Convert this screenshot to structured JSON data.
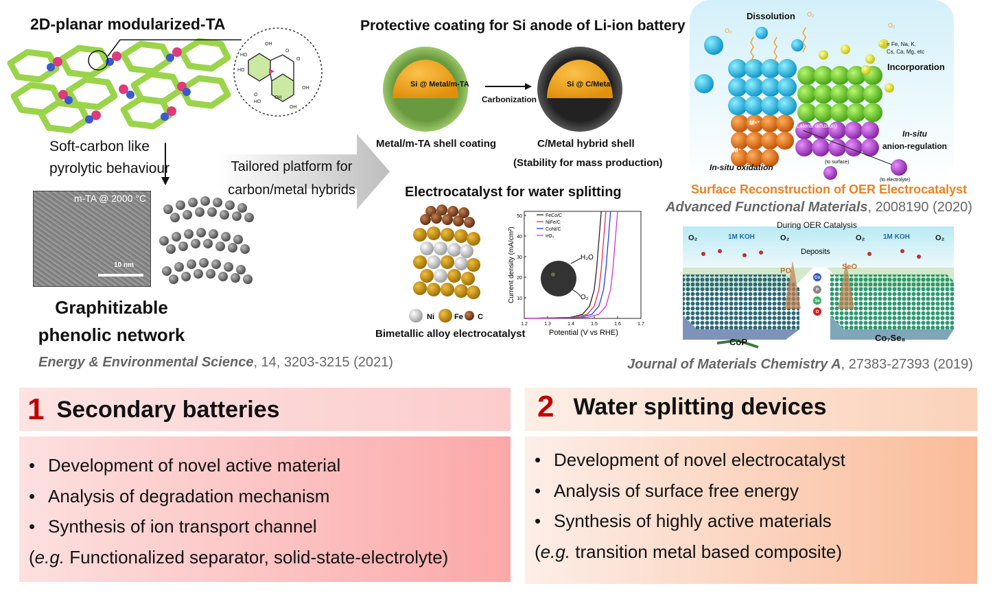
{
  "panel_left": {
    "title": "2D-planar modularized-TA",
    "pyrolysis": [
      "Soft-carbon like",
      "pyrolytic behaviour"
    ],
    "arrow_text": [
      "Tailored platform for",
      "carbon/metal hybrids"
    ],
    "tem_label": "m-TA @ 2000 °C",
    "scale_bar": "10 nm",
    "network": [
      "Graphitizable",
      "phenolic network"
    ],
    "molecule_atoms": [
      "HO",
      "OH",
      "O",
      "O",
      "HO",
      "O",
      "OH",
      "HO",
      "OH",
      "OH"
    ],
    "citation_journal": "Energy & Environmental Science",
    "citation_rest": ", 14, 3203-3215 (2021)"
  },
  "panel_center": {
    "title": "Protective coating for Si anode of Li-ion battery",
    "sphere1": "Si @ Metal/m-TA",
    "sphere2": "Si @ C/Metal",
    "carbonization": "Carbonization",
    "caption1": "Metal/m-TA shell coating",
    "caption2": "C/Metal hybrid shell",
    "caption3": "(Stability for mass production)",
    "water_title": "Electrocatalyst for water splitting",
    "alloy_legend": [
      "Ni",
      "Fe",
      "C"
    ],
    "alloy_caption": "Bimetallic alloy electrocatalyst"
  },
  "chart_data": {
    "type": "line",
    "xlabel": "Potential (V vs RHE)",
    "ylabel": "Current density (mA/cm²)",
    "xticks": [
      "1.2",
      "1.3",
      "1.4",
      "1.5",
      "1.6",
      "1.7"
    ],
    "yticks": [
      "10",
      "20",
      "30",
      "40",
      "50"
    ],
    "xlim": [
      1.2,
      1.7
    ],
    "ylim": [
      0,
      52
    ],
    "inset_labels": [
      "H₂O",
      "O₂"
    ],
    "series": [
      {
        "name": "FeCo/C",
        "color": "#222222",
        "x": [
          1.2,
          1.4,
          1.45,
          1.48,
          1.5,
          1.51,
          1.52,
          1.53
        ],
        "y": [
          0,
          0.5,
          2,
          6,
          14,
          24,
          38,
          52
        ]
      },
      {
        "name": "NiFe/C",
        "color": "#e0304a",
        "x": [
          1.2,
          1.42,
          1.47,
          1.5,
          1.52,
          1.53,
          1.54,
          1.55
        ],
        "y": [
          0,
          0.5,
          2,
          6,
          14,
          24,
          38,
          52
        ]
      },
      {
        "name": "CoNi/C",
        "color": "#2a3ad8",
        "x": [
          1.2,
          1.44,
          1.49,
          1.52,
          1.54,
          1.55,
          1.56,
          1.57
        ],
        "y": [
          0,
          0.5,
          2,
          6,
          14,
          24,
          38,
          52
        ]
      },
      {
        "name": "IrO₂",
        "color": "#cc33cc",
        "x": [
          1.2,
          1.47,
          1.52,
          1.55,
          1.57,
          1.58,
          1.59,
          1.6
        ],
        "y": [
          0,
          0.5,
          2,
          6,
          14,
          24,
          38,
          52
        ]
      }
    ]
  },
  "panel_right": {
    "dissolution": "Dissolution",
    "ions": [
      "= Fe, Na, K,",
      "Cs, Ca, Mg, etc"
    ],
    "incorporation": "Incorporation",
    "insitu_anion": [
      "In-situ",
      "anion-regulation"
    ],
    "insitu_oxidation": "In-situ oxidation",
    "lateral": "(Lateral diffusion)",
    "to_surface": "(to surface)",
    "to_electrolyte": "(to electrolyte)",
    "cation_labels": [
      "Mⁿ⁺",
      "M⁺"
    ],
    "oxygen_label": "O₂",
    "reconstruction": "Surface Reconstruction of OER Electrocatalyst",
    "citation1_journal": "Advanced Functional Materials",
    "citation1_rest": ", 2008190 (2020)",
    "oer": {
      "during": "During OER Catalysis",
      "koh": "1M KOH",
      "deposits": "Deposits",
      "o2": "O₂",
      "po": "PO",
      "seo": "SeO",
      "legend": [
        "Co",
        "P",
        "Se",
        "O"
      ],
      "cop": "CoP",
      "coseb": "Co₇Se₈"
    },
    "citation2_journal": "Journal of Materials Chemistry A",
    "citation2_rest": ", 27383-27393 (2019)"
  },
  "section1": {
    "number": "1",
    "title": "Secondary batteries",
    "items": [
      "Development of novel active material",
      "Analysis of degradation mechanism",
      "Synthesis of ion transport channel"
    ],
    "eg_prefix": "e.g.",
    "eg_text": "Functionalized separator, solid-state-electrolyte"
  },
  "section2": {
    "number": "2",
    "title": "Water splitting devices",
    "items": [
      "Development of novel electrocatalyst",
      "Analysis of surface free energy",
      "Synthesis of highly active materials"
    ],
    "eg_prefix": "e.g.",
    "eg_text": "transition metal based composite"
  },
  "colors": {
    "accent_red": "#c00000",
    "orange_title": "#f08020",
    "pink_box": "#fcb6b6",
    "peach_box": "#fac2a2"
  }
}
